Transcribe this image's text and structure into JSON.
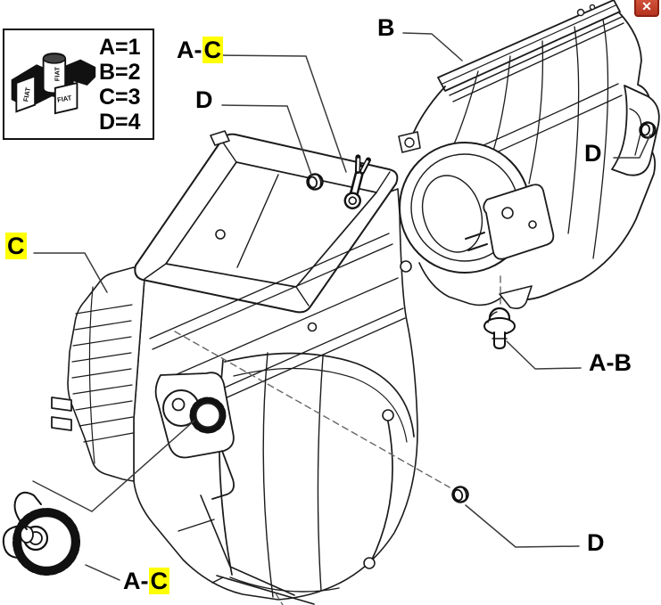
{
  "window": {
    "close_button": "✕"
  },
  "colors": {
    "background": "#FFFFFF",
    "ink": "#1A1A1A",
    "highlight_yellow": "#FFFF00",
    "close_button_red": "#C5402E"
  },
  "legend": {
    "entries": [
      {
        "label": "A=1"
      },
      {
        "label": "B=2"
      },
      {
        "label": "C=3"
      },
      {
        "label": "D=4"
      }
    ],
    "icon_text": {
      "can": "FIAT",
      "box_left": "FIAT",
      "box_right": "FIAT"
    }
  },
  "callouts": [
    {
      "id": "ac-top",
      "prefix": "A-",
      "highlighted": "C"
    },
    {
      "id": "d-top",
      "text": "D"
    },
    {
      "id": "b-top",
      "text": "B"
    },
    {
      "id": "d-right",
      "text": "D"
    },
    {
      "id": "c-left",
      "highlighted": "C"
    },
    {
      "id": "a-b",
      "text": "A-B"
    },
    {
      "id": "ac-bottom",
      "prefix": "A-",
      "highlighted": "C"
    },
    {
      "id": "d-bottom",
      "text": "D"
    }
  ],
  "parts": [
    {
      "name": "heater-distribution-unit",
      "callout": "C"
    },
    {
      "name": "blower-intake-assembly",
      "callout": "B"
    },
    {
      "name": "retaining-clip",
      "callout": "A-C"
    },
    {
      "name": "actuator-gear-wheel",
      "callout": "A-C"
    },
    {
      "name": "rubber-mount-stud",
      "callout": "A-B"
    },
    {
      "name": "grommet-nut-top",
      "callout": "D"
    },
    {
      "name": "grommet-nut-right",
      "callout": "D"
    },
    {
      "name": "grommet-nut-bottom",
      "callout": "D"
    }
  ]
}
